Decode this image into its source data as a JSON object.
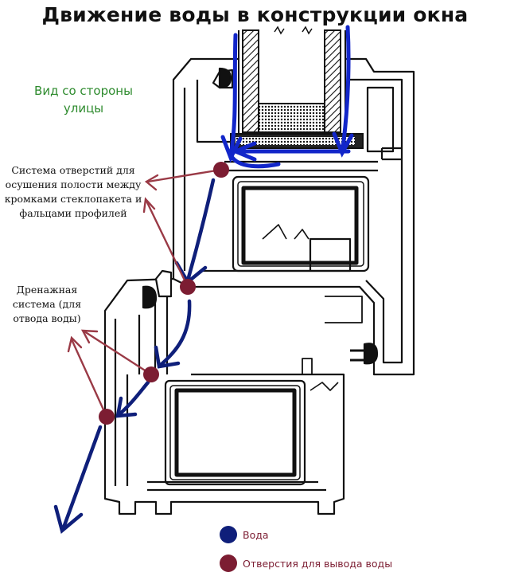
{
  "title": "Движение воды в конструкции окна",
  "view_label": "Вид со стороны улицы",
  "annotations": {
    "ventilation": "Система отверстий для осушения полости между кромками стеклопакета и фальцами профилей",
    "drainage": "Дренажная система (для отвода воды)"
  },
  "legend": {
    "water": "Вода",
    "holes": "Отверстия для вывода воды"
  },
  "colors": {
    "water_arrow": "#1226c9",
    "water_dark": "#0f1f7a",
    "hole": "#7c1d32",
    "pointer": "#9a3a46",
    "view_label": "#2e8b2e"
  }
}
